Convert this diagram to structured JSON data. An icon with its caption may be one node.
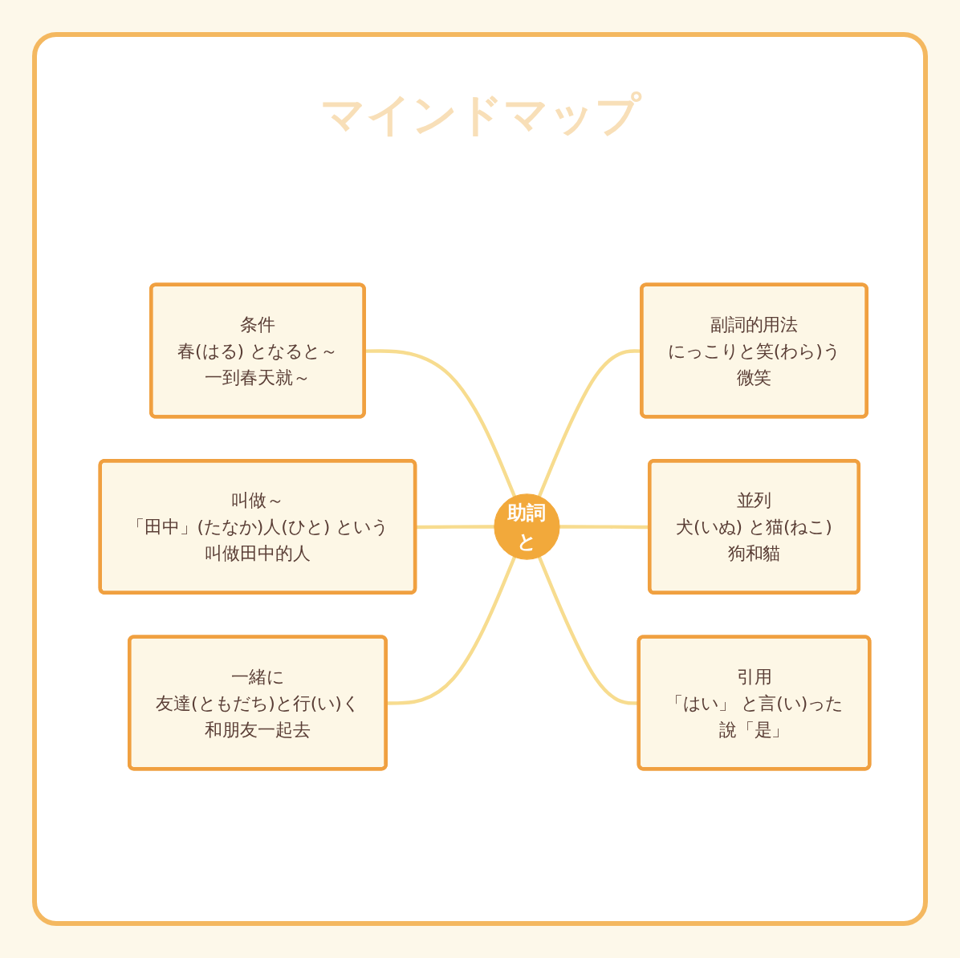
{
  "diagram": {
    "title": "マインドマップ",
    "nodes": [
      {
        "text": [
          "助詞",
          "と"
        ]
      },
      {
        "text": [
          "条件",
          "春(はる) となると～",
          "一到春天就～"
        ]
      },
      {
        "text": [
          "副詞的用法",
          "にっこりと笑(わら)う",
          "微笑"
        ]
      },
      {
        "text": [
          "叫做～",
          "「田中」(たなか)人(ひと) という",
          "叫做田中的人"
        ]
      },
      {
        "text": [
          "並列",
          "犬(いぬ) と猫(ねこ)",
          "狗和貓"
        ]
      },
      {
        "text": [
          "一緒に",
          "友達(ともだち)と行(い)く",
          "和朋友一起去"
        ]
      },
      {
        "text": [
          "引用",
          "「はい」 と言(い)った",
          "說「是」"
        ]
      }
    ],
    "edges": [
      {
        "from": 1,
        "to": 0,
        "arrow": "none"
      },
      {
        "from": 0,
        "to": 2,
        "arrow": "none"
      },
      {
        "from": 3,
        "to": 0,
        "arrow": "none"
      },
      {
        "from": 0,
        "to": 4,
        "arrow": "none"
      },
      {
        "from": 5,
        "to": 0,
        "arrow": "none"
      },
      {
        "from": 0,
        "to": 6,
        "arrow": "none"
      }
    ]
  }
}
